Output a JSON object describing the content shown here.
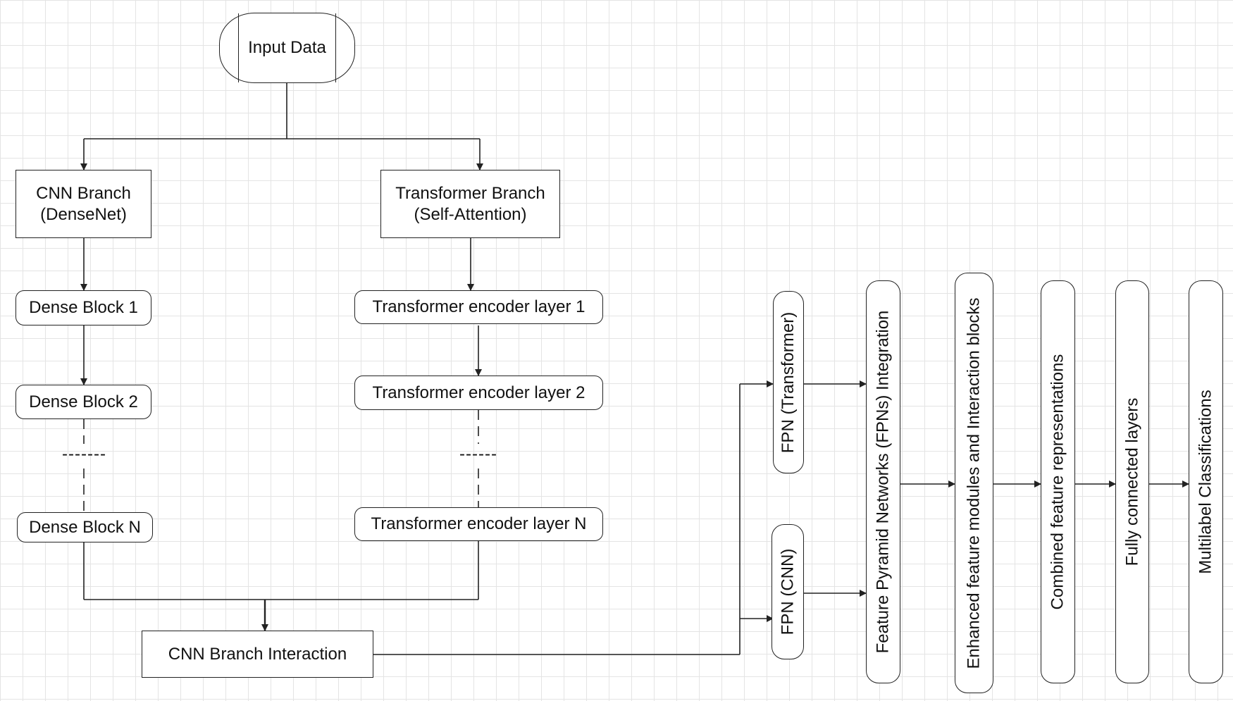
{
  "nodes": {
    "input": "Input Data",
    "cnn_branch": [
      "CNN Branch",
      "(DenseNet)"
    ],
    "transformer_branch": [
      "Transformer Branch",
      "(Self-Attention)"
    ],
    "dense_block_1": "Dense Block 1",
    "dense_block_2": "Dense Block 2",
    "dense_block_n": "Dense Block N",
    "enc_layer_1": "Transformer encoder layer 1",
    "enc_layer_2": "Transformer encoder layer 2",
    "enc_layer_n": "Transformer encoder layer N",
    "interaction": "CNN Branch Interaction",
    "fpn_transformer": "FPN (Transformer)",
    "fpn_cnn": "FPN (CNN)",
    "fpn_integration": "Feature Pyramid Networks (FPNs) Integration",
    "enhanced": "Enhanced feature modules and Interaction blocks",
    "combined": "Combined feature representations",
    "fully_connected": "Fully connected layers",
    "multilabel": "Multilabel Classifications"
  },
  "ellipsis": {
    "cnn": "-------",
    "transformer": "------"
  },
  "colors": {
    "stroke": "#222222",
    "grid": "#e4e4e4",
    "background": "#ffffff"
  }
}
